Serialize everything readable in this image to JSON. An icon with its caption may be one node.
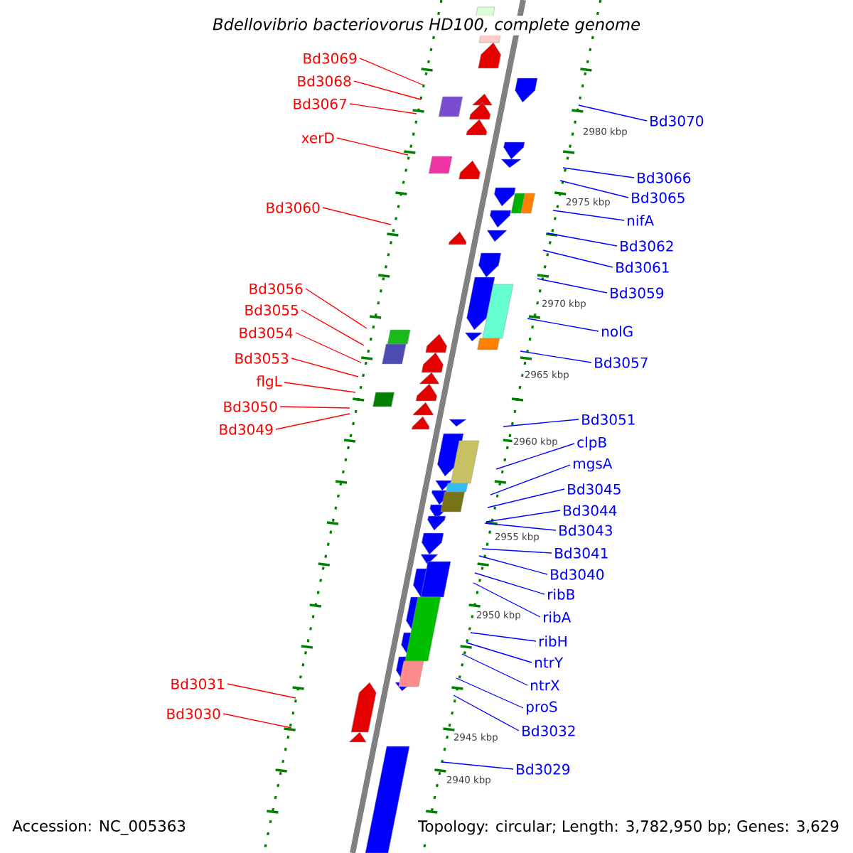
{
  "diagram": {
    "title": "Bdellovibrio bacteriovorus HD100, complete genome",
    "nodes": [
      {
        "text": [
          "Bd3069"
        ]
      },
      {
        "text": [
          "Bd3068"
        ]
      },
      {
        "text": [
          "Bd3067"
        ]
      },
      {
        "text": [
          "xerD"
        ]
      },
      {
        "text": [
          "Bd3060"
        ]
      },
      {
        "text": [
          "Bd3056"
        ]
      },
      {
        "text": [
          "Bd3055"
        ]
      },
      {
        "text": [
          "Bd3054"
        ]
      },
      {
        "text": [
          "Bd3053"
        ]
      },
      {
        "text": [
          "flgL"
        ]
      },
      {
        "text": [
          "Bd3050"
        ]
      },
      {
        "text": [
          "Bd3049"
        ]
      },
      {
        "text": [
          "Bd3031"
        ]
      },
      {
        "text": [
          "Bd3030"
        ]
      },
      {
        "text": [
          "Bd3070"
        ]
      },
      {
        "text": [
          "Bd3066"
        ]
      },
      {
        "text": [
          "Bd3065"
        ]
      },
      {
        "text": [
          "nifA"
        ]
      },
      {
        "text": [
          "Bd3062"
        ]
      },
      {
        "text": [
          "Bd3061"
        ]
      },
      {
        "text": [
          "Bd3059"
        ]
      },
      {
        "text": [
          "nolG"
        ]
      },
      {
        "text": [
          "Bd3057"
        ]
      },
      {
        "text": [
          "Bd3051"
        ]
      },
      {
        "text": [
          "clpB"
        ]
      },
      {
        "text": [
          "mgsA"
        ]
      },
      {
        "text": [
          "Bd3045"
        ]
      },
      {
        "text": [
          "Bd3044"
        ]
      },
      {
        "text": [
          "Bd3043"
        ]
      },
      {
        "text": [
          "Bd3041"
        ]
      },
      {
        "text": [
          "Bd3040"
        ]
      },
      {
        "text": [
          "ribB"
        ]
      },
      {
        "text": [
          "ribA"
        ]
      },
      {
        "text": [
          "ribH"
        ]
      },
      {
        "text": [
          "ntrY"
        ]
      },
      {
        "text": [
          "ntrX"
        ]
      },
      {
        "text": [
          "proS"
        ]
      },
      {
        "text": [
          "Bd3032"
        ]
      },
      {
        "text": [
          "Bd3029"
        ]
      }
    ],
    "edges": [
      {
        "from": 0,
        "to": null,
        "arrow": "none",
        "color": "#ff0000"
      },
      {
        "from": 1,
        "to": null,
        "arrow": "none",
        "color": "#ff0000"
      },
      {
        "from": 2,
        "to": null,
        "arrow": "none",
        "color": "#ff0000"
      },
      {
        "from": 3,
        "to": null,
        "arrow": "none",
        "color": "#ff0000"
      },
      {
        "from": 4,
        "to": null,
        "arrow": "none",
        "color": "#ff0000"
      },
      {
        "from": 5,
        "to": null,
        "arrow": "none",
        "color": "#ff0000"
      },
      {
        "from": 6,
        "to": null,
        "arrow": "none",
        "color": "#ff0000"
      },
      {
        "from": 7,
        "to": null,
        "arrow": "none",
        "color": "#ff0000"
      },
      {
        "from": 8,
        "to": null,
        "arrow": "none",
        "color": "#ff0000"
      },
      {
        "from": 9,
        "to": null,
        "arrow": "none",
        "color": "#ff0000"
      },
      {
        "from": 10,
        "to": null,
        "arrow": "none",
        "color": "#ff0000"
      },
      {
        "from": 11,
        "to": null,
        "arrow": "none",
        "color": "#ff0000"
      },
      {
        "from": 12,
        "to": null,
        "arrow": "none",
        "color": "#ff0000"
      },
      {
        "from": 13,
        "to": null,
        "arrow": "none",
        "color": "#ff0000"
      },
      {
        "from": 14,
        "to": null,
        "arrow": "none"
      },
      {
        "from": 15,
        "to": null,
        "arrow": "none"
      },
      {
        "from": 16,
        "to": null,
        "arrow": "none"
      },
      {
        "from": 17,
        "to": null,
        "arrow": "none"
      },
      {
        "from": 18,
        "to": null,
        "arrow": "none"
      },
      {
        "from": 19,
        "to": null,
        "arrow": "none"
      },
      {
        "from": 20,
        "to": null,
        "arrow": "none"
      },
      {
        "from": 21,
        "to": null,
        "arrow": "none"
      },
      {
        "from": 22,
        "to": null,
        "arrow": "none"
      },
      {
        "from": 23,
        "to": null,
        "arrow": "none"
      },
      {
        "from": 24,
        "to": null,
        "arrow": "none"
      },
      {
        "from": 25,
        "to": null,
        "arrow": "none"
      },
      {
        "from": 26,
        "to": null,
        "arrow": "none"
      },
      {
        "from": 27,
        "to": null,
        "arrow": "none"
      },
      {
        "from": 28,
        "to": null,
        "arrow": "none"
      },
      {
        "from": 29,
        "to": null,
        "arrow": "none"
      },
      {
        "from": 30,
        "to": null,
        "arrow": "none"
      },
      {
        "from": 31,
        "to": null,
        "arrow": "none"
      },
      {
        "from": 32,
        "to": null,
        "arrow": "none"
      },
      {
        "from": 33,
        "to": null,
        "arrow": "none"
      },
      {
        "from": 34,
        "to": null,
        "arrow": "none"
      },
      {
        "from": 35,
        "to": null,
        "arrow": "none"
      },
      {
        "from": 36,
        "to": null,
        "arrow": "none"
      },
      {
        "from": 37,
        "to": null,
        "arrow": "none"
      },
      {
        "from": 38,
        "to": null,
        "arrow": "none"
      }
    ],
    "labels": [
      "2980 kbp",
      "2975 kbp",
      "2970 kbp",
      "2965 kbp",
      "2960 kbp",
      "2955 kbp",
      "2950 kbp",
      "2945 kbp",
      "2940 kbp",
      "Accession: NC_005363",
      "Topology: circular; Length: 3,782,950 bp; Genes: 3,629"
    ]
  }
}
